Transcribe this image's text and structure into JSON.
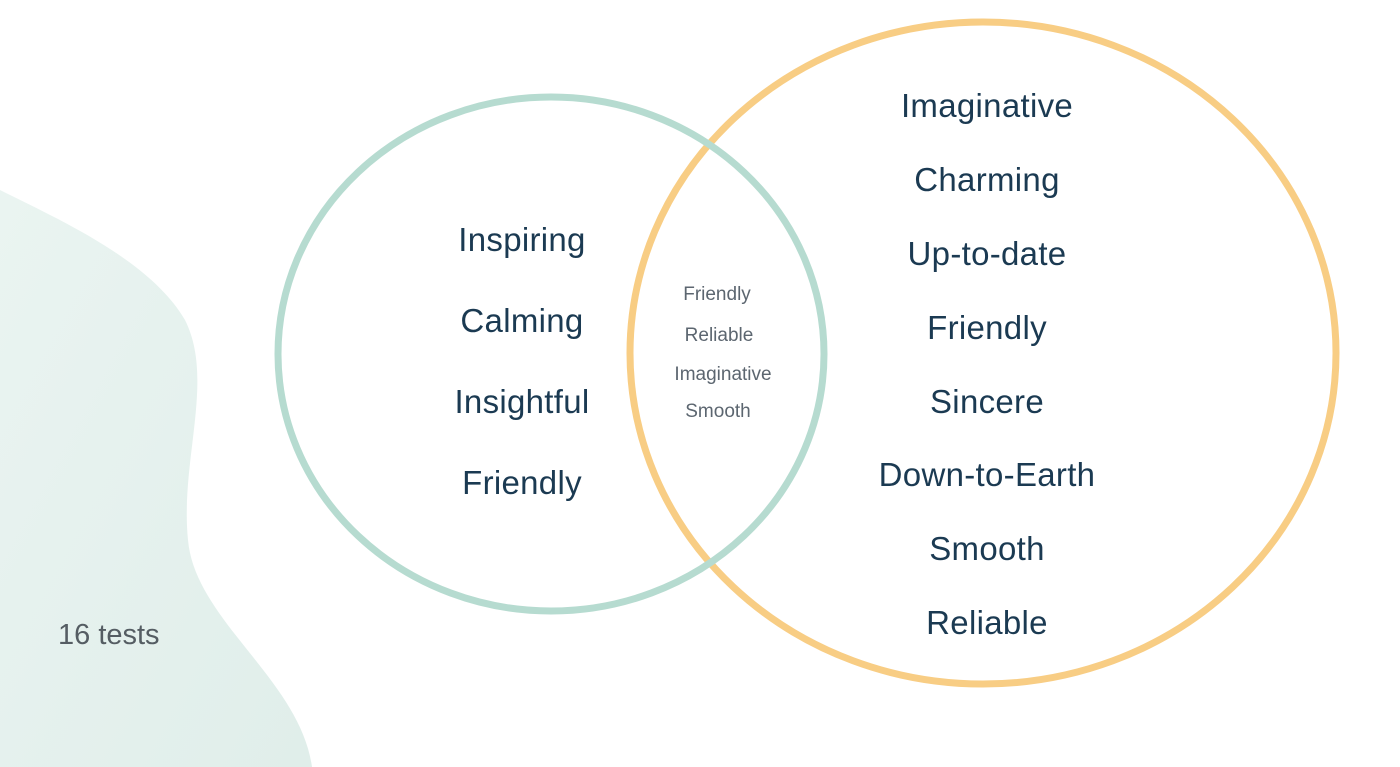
{
  "diagram": {
    "left_set": {
      "color": "#b6dbd0",
      "words": [
        "Inspiring",
        "Calming",
        "Insightful",
        "Friendly"
      ]
    },
    "overlap": {
      "words": [
        "Friendly",
        "Reliable",
        "Imaginative",
        "Smooth"
      ]
    },
    "right_set": {
      "color": "#f8cd84",
      "words": [
        "Imaginative",
        "Charming",
        "Up-to-date",
        "Friendly",
        "Sincere",
        "Down-to-Earth",
        "Smooth",
        "Reliable"
      ]
    }
  },
  "footer": {
    "test_count": "16 tests"
  },
  "background": {
    "blob_color": "#e6f1ee"
  }
}
